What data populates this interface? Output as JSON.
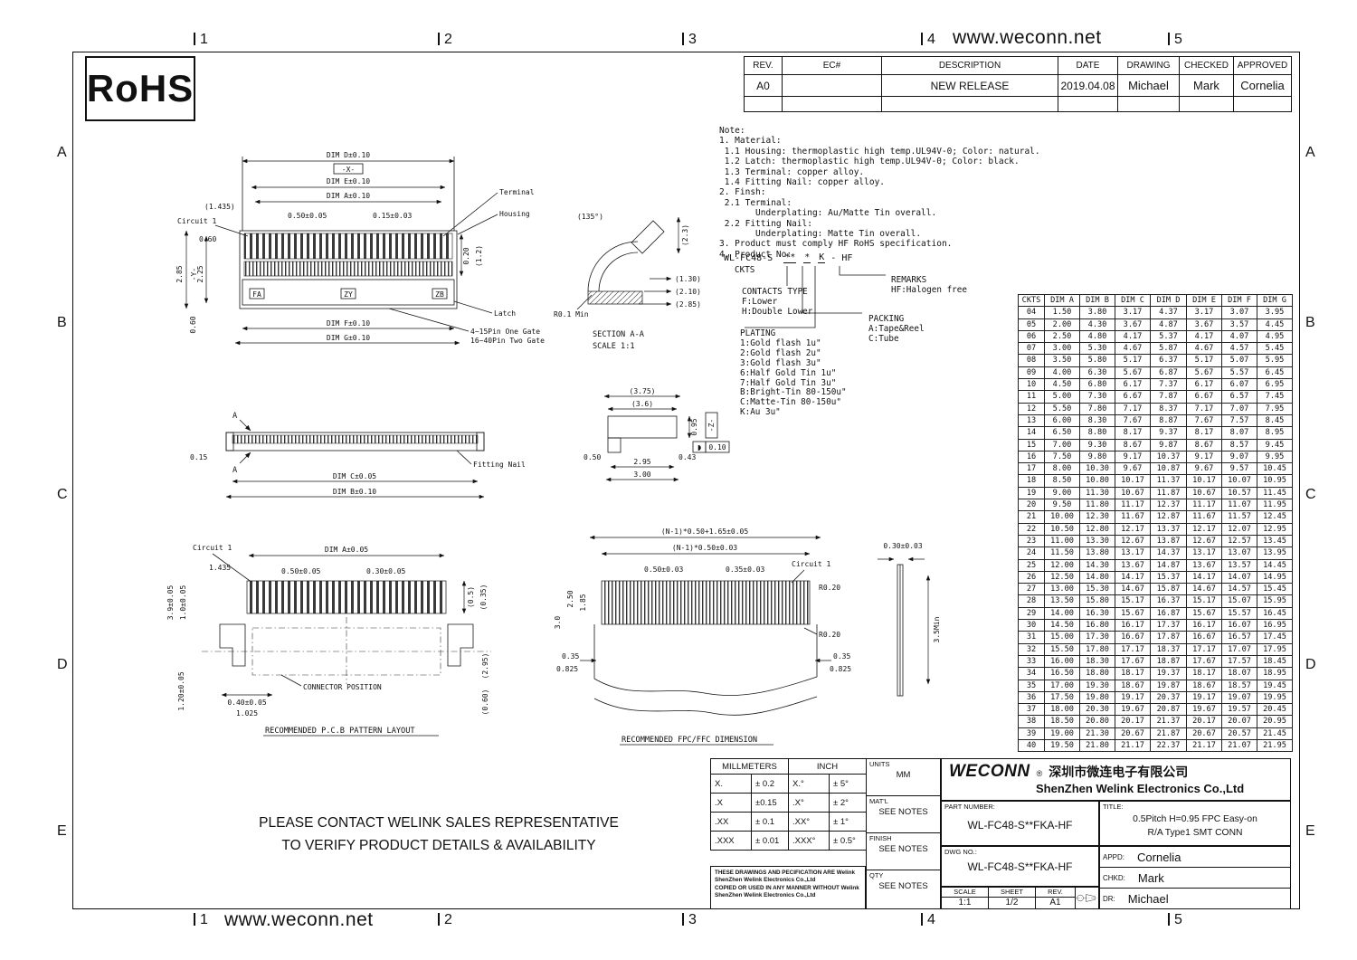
{
  "page": {
    "url": "www.weconn.net",
    "rohs": "RoHS",
    "zones_h": [
      "1",
      "2",
      "3",
      "4",
      "5"
    ],
    "zones_v": [
      "A",
      "B",
      "C",
      "D",
      "E"
    ],
    "contact_line1": "PLEASE CONTACT WELINK SALES REPRESENTATIVE",
    "contact_line2": "TO VERIFY PRODUCT DETAILS & AVAILABILITY"
  },
  "rev_table": {
    "headers": [
      "REV.",
      "EC#",
      "DESCRIPTION",
      "DATE",
      "DRAWING",
      "CHECKED",
      "APPROVED"
    ],
    "rows": [
      [
        "A0",
        "",
        "NEW RELEASE",
        "2019.04.08",
        "Michael",
        "Mark",
        "Cornelia"
      ]
    ]
  },
  "notes": {
    "lines": [
      "Note:",
      "1. Material:",
      " 1.1 Housing: thermoplastic high temp.UL94V-0; Color: natural.",
      " 1.2 Latch: thermoplastic high temp.UL94V-0; Color: black.",
      " 1.3 Terminal: copper alloy.",
      " 1.4 Fitting Nail: copper alloy.",
      "2. Finsh:",
      " 2.1 Terminal:",
      "       Underplating: Au/Matte Tin overall.",
      " 2.2 Fitting Nail:",
      "       Underplating: Matte Tin overall.",
      "3. Product must comply HF RoHS specification.",
      "4. Product No:"
    ]
  },
  "product_no": {
    "prefix": "WL-FC48-S",
    "ckts_code": "**",
    "type_code": "*",
    "plating_code": "K",
    "dash": "-",
    "suffix": "HF",
    "ckts_label": "CKTS",
    "contacts": [
      "CONTACTS TYPE",
      "F:Lower",
      "H:Double Lower"
    ],
    "remarks": [
      "REMARKS",
      "HF:Halogen free"
    ],
    "packing": [
      "PACKING",
      "A:Tape&Reel",
      "C:Tube"
    ],
    "plating": [
      "PLATING",
      "1:Gold flash 1u\"",
      "2:Gold flash 2u\"",
      "3:Gold flash 3u\"",
      "6:Half Gold Tin 1u\"",
      "7:Half Gold Tin 3u\"",
      "B:Bright-Tin 80-150u\"",
      "C:Matte-Tin 80-150u\"",
      "K:Au 3u\""
    ]
  },
  "dim_table": {
    "headers": [
      "CKTS",
      "DIM A",
      "DIM B",
      "DIM C",
      "DIM D",
      "DIM E",
      "DIM F",
      "DIM G"
    ],
    "rows": [
      [
        "04",
        "1.50",
        "3.80",
        "3.17",
        "4.37",
        "3.17",
        "3.07",
        "3.95"
      ],
      [
        "05",
        "2.00",
        "4.30",
        "3.67",
        "4.87",
        "3.67",
        "3.57",
        "4.45"
      ],
      [
        "06",
        "2.50",
        "4.80",
        "4.17",
        "5.37",
        "4.17",
        "4.07",
        "4.95"
      ],
      [
        "07",
        "3.00",
        "5.30",
        "4.67",
        "5.87",
        "4.67",
        "4.57",
        "5.45"
      ],
      [
        "08",
        "3.50",
        "5.80",
        "5.17",
        "6.37",
        "5.17",
        "5.07",
        "5.95"
      ],
      [
        "09",
        "4.00",
        "6.30",
        "5.67",
        "6.87",
        "5.67",
        "5.57",
        "6.45"
      ],
      [
        "10",
        "4.50",
        "6.80",
        "6.17",
        "7.37",
        "6.17",
        "6.07",
        "6.95"
      ],
      [
        "11",
        "5.00",
        "7.30",
        "6.67",
        "7.87",
        "6.67",
        "6.57",
        "7.45"
      ],
      [
        "12",
        "5.50",
        "7.80",
        "7.17",
        "8.37",
        "7.17",
        "7.07",
        "7.95"
      ],
      [
        "13",
        "6.00",
        "8.30",
        "7.67",
        "8.87",
        "7.67",
        "7.57",
        "8.45"
      ],
      [
        "14",
        "6.50",
        "8.80",
        "8.17",
        "9.37",
        "8.17",
        "8.07",
        "8.95"
      ],
      [
        "15",
        "7.00",
        "9.30",
        "8.67",
        "9.87",
        "8.67",
        "8.57",
        "9.45"
      ],
      [
        "16",
        "7.50",
        "9.80",
        "9.17",
        "10.37",
        "9.17",
        "9.07",
        "9.95"
      ],
      [
        "17",
        "8.00",
        "10.30",
        "9.67",
        "10.87",
        "9.67",
        "9.57",
        "10.45"
      ],
      [
        "18",
        "8.50",
        "10.80",
        "10.17",
        "11.37",
        "10.17",
        "10.07",
        "10.95"
      ],
      [
        "19",
        "9.00",
        "11.30",
        "10.67",
        "11.87",
        "10.67",
        "10.57",
        "11.45"
      ],
      [
        "20",
        "9.50",
        "11.80",
        "11.17",
        "12.37",
        "11.17",
        "11.07",
        "11.95"
      ],
      [
        "21",
        "10.00",
        "12.30",
        "11.67",
        "12.87",
        "11.67",
        "11.57",
        "12.45"
      ],
      [
        "22",
        "10.50",
        "12.80",
        "12.17",
        "13.37",
        "12.17",
        "12.07",
        "12.95"
      ],
      [
        "23",
        "11.00",
        "13.30",
        "12.67",
        "13.87",
        "12.67",
        "12.57",
        "13.45"
      ],
      [
        "24",
        "11.50",
        "13.80",
        "13.17",
        "14.37",
        "13.17",
        "13.07",
        "13.95"
      ],
      [
        "25",
        "12.00",
        "14.30",
        "13.67",
        "14.87",
        "13.67",
        "13.57",
        "14.45"
      ],
      [
        "26",
        "12.50",
        "14.80",
        "14.17",
        "15.37",
        "14.17",
        "14.07",
        "14.95"
      ],
      [
        "27",
        "13.00",
        "15.30",
        "14.67",
        "15.87",
        "14.67",
        "14.57",
        "15.45"
      ],
      [
        "28",
        "13.50",
        "15.80",
        "15.17",
        "16.37",
        "15.17",
        "15.07",
        "15.95"
      ],
      [
        "29",
        "14.00",
        "16.30",
        "15.67",
        "16.87",
        "15.67",
        "15.57",
        "16.45"
      ],
      [
        "30",
        "14.50",
        "16.80",
        "16.17",
        "17.37",
        "16.17",
        "16.07",
        "16.95"
      ],
      [
        "31",
        "15.00",
        "17.30",
        "16.67",
        "17.87",
        "16.67",
        "16.57",
        "17.45"
      ],
      [
        "32",
        "15.50",
        "17.80",
        "17.17",
        "18.37",
        "17.17",
        "17.07",
        "17.95"
      ],
      [
        "33",
        "16.00",
        "18.30",
        "17.67",
        "18.87",
        "17.67",
        "17.57",
        "18.45"
      ],
      [
        "34",
        "16.50",
        "18.80",
        "18.17",
        "19.37",
        "18.17",
        "18.07",
        "18.95"
      ],
      [
        "35",
        "17.00",
        "19.30",
        "18.67",
        "19.87",
        "18.67",
        "18.57",
        "19.45"
      ],
      [
        "36",
        "17.50",
        "19.80",
        "19.17",
        "20.37",
        "19.17",
        "19.07",
        "19.95"
      ],
      [
        "37",
        "18.00",
        "20.30",
        "19.67",
        "20.87",
        "19.67",
        "19.57",
        "20.45"
      ],
      [
        "38",
        "18.50",
        "20.80",
        "20.17",
        "21.37",
        "20.17",
        "20.07",
        "20.95"
      ],
      [
        "39",
        "19.00",
        "21.30",
        "20.67",
        "21.87",
        "20.67",
        "20.57",
        "21.45"
      ],
      [
        "40",
        "19.50",
        "21.80",
        "21.17",
        "22.37",
        "21.17",
        "21.07",
        "21.95"
      ]
    ]
  },
  "views": {
    "top": {
      "dim_d": "DIM D±0.10",
      "x_datum": "-X-",
      "dim_e": "DIM E±0.10",
      "dim_a": "DIM A±0.10",
      "c1435": "(1.435)",
      "circuit1": "Circuit 1",
      "p050": "0.50±0.05",
      "p015": "0.15±0.03",
      "terminal": "Terminal",
      "housing": "Housing",
      "latch": "Latch",
      "v285": "2.85",
      "y_datum": "-Y-",
      "v225": "2.25",
      "v060a": "0.60",
      "v060b": "0.60",
      "v020": "0.20",
      "v12": "(1.2)",
      "dim_f": "DIM F±0.10",
      "dim_g": "DIM G±0.10",
      "gate1": "4~15Pin One Gate",
      "gate2": "16~40Pin Two Gate",
      "fa": "FA",
      "zy": "ZY",
      "zb": "ZB"
    },
    "section": {
      "a135": "(135°)",
      "c23": "(2.3)",
      "r01": "R0.1 Min",
      "c130": "(1.30)",
      "c210": "(2.10)",
      "c285": "(2.85)",
      "title": "SECTION A-A",
      "scale": "SCALE  1:1"
    },
    "side": {
      "a1": "A",
      "a2": "A",
      "v015": "0.15",
      "dim_c": "DIM C±0.05",
      "dim_b": "DIM B±0.10",
      "fitting_nail": "Fitting Nail"
    },
    "detail": {
      "c375": "(3.75)",
      "c36": "(3.6)",
      "v095": "0.95",
      "z_datum": "-Z-",
      "v050": "0.50",
      "v295": "2.95",
      "v300": "3.00",
      "v043": "0.43",
      "gdt_sym": "◗",
      "gdt_val": "0.10"
    },
    "pcb": {
      "circuit1": "Circuit 1",
      "v39": "3.9±0.05",
      "v10": "1.0±0.05",
      "v1435": "1.435",
      "dim_a": "DIM A±0.05",
      "p050": "0.50±0.05",
      "p030": "0.30±0.05",
      "c05": "(0.5)",
      "c035": "(0.35)",
      "c295": "(2.95)",
      "v120": "1.20±0.05",
      "v040": "0.40±0.05",
      "v1025": "1.025",
      "conn_pos": "CONNECTOR  POSITION",
      "c060": "(0.60)",
      "caption": "RECOMMENDED  P.C.B  PATTERN  LAYOUT"
    },
    "fpc": {
      "dim1": "(N-1)*0.50+1.65±0.05",
      "dim2": "(N-1)*0.50±0.03",
      "v250": "2.50",
      "v185": "1.85",
      "p050": "0.50±0.03",
      "p035": "0.35±0.03",
      "circuit1": "Circuit 1",
      "r020a": "R0.20",
      "v30": "3.0",
      "r020b": "R0.20",
      "v035l": "0.35",
      "v0825l": "0.825",
      "v035r": "0.35",
      "v0825r": "0.825",
      "caption": "RECOMMENDED  FPC/FFC  DIMENSION"
    },
    "fpc_side": {
      "v030": "0.30±0.03",
      "v35min": "3.5Min"
    }
  },
  "tolerance": {
    "header_mm": "MILLMETERS",
    "header_inch": "INCH",
    "rows": [
      [
        "X.",
        "± 0.2",
        "X.°",
        "± 5°"
      ],
      [
        ".X",
        "±0.15",
        ".X°",
        "± 2°"
      ],
      [
        ".XX",
        "± 0.1",
        ".XX°",
        "± 1°"
      ],
      [
        ".XXX",
        "± 0.01",
        ".XXX°",
        "± 0.5°"
      ]
    ]
  },
  "units": {
    "u_label": "UNITS",
    "u_value": "MM",
    "m_label": "MAT'L",
    "m_value": "SEE NOTES",
    "f_label": "FINISH",
    "f_value": "SEE NOTES",
    "q_label": "QTY",
    "q_value": "SEE NOTES"
  },
  "legal_lines": [
    "THESE DRAWINGS AND PECIFICATION ARE Welink",
    "ShenZhen Welink Electronics Co.,Ltd",
    "COPIED OR USED IN ANY MANNER WITHOUT Welink",
    "ShenZhen Welink Electronics Co.,Ltd"
  ],
  "title_block": {
    "brand": "WECONN",
    "reg": "®",
    "company_cn": "深圳市微连电子有限公司",
    "company_en": "ShenZhen Welink Electronics Co.,Ltd",
    "part_number_label": "PART NUMBER:",
    "part_number": "WL-FC48-S**FKA-HF",
    "title_label": "TITLE:",
    "title_line1": "0.5Pitch H=0.95 FPC Easy-on",
    "title_line2": "R/A Type1 SMT CONN",
    "dwg_no_label": "DWG NO.:",
    "dwg_no": "WL-FC48-S**FKA-HF",
    "scale_label": "SCALE",
    "scale": "1:1",
    "sheet_label": "SHEET",
    "sheet": "1/2",
    "rev_label": "REV.",
    "rev": "A1",
    "appd_label": "APPD:",
    "appd": "Cornelia",
    "chkd_label": "CHKD:",
    "chkd": "Mark",
    "dr_label": "DR:",
    "dr": "Michael"
  }
}
